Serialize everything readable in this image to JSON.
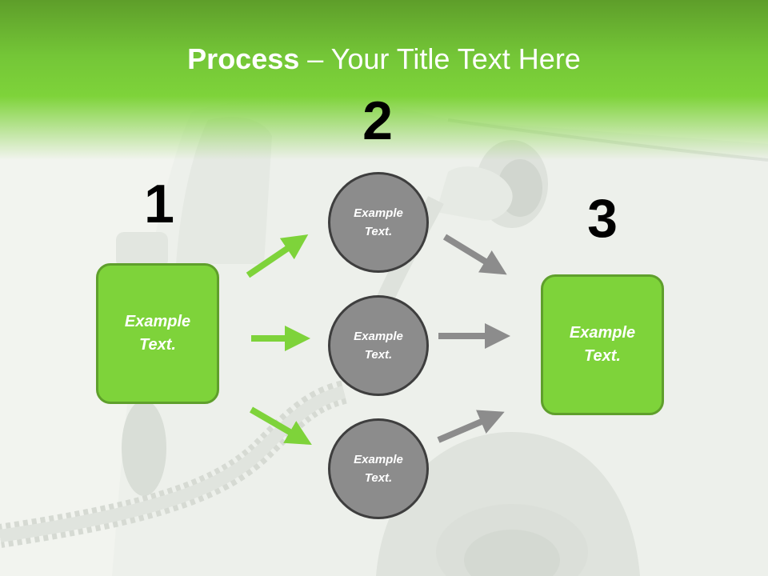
{
  "title": {
    "bold": "Process",
    "rest": " – Your Title Text Here"
  },
  "steps": [
    {
      "number": "1",
      "line1": "Example",
      "line2": "Text."
    },
    {
      "number": "2"
    },
    {
      "number": "3",
      "line1": "Example",
      "line2": "Text."
    }
  ],
  "circles": [
    {
      "line1": "Example",
      "line2": "Text."
    },
    {
      "line1": "Example",
      "line2": "Text."
    },
    {
      "line1": "Example",
      "line2": "Text."
    }
  ],
  "colors": {
    "header_green": "#7ed33a",
    "box_green": "#7ed33a",
    "box_border": "#5f9f2c",
    "circle_fill": "#8c8c8c",
    "circle_border": "#3e3e3e",
    "green_arrow": "#7ed33a",
    "gray_arrow": "#8c8c8c"
  }
}
